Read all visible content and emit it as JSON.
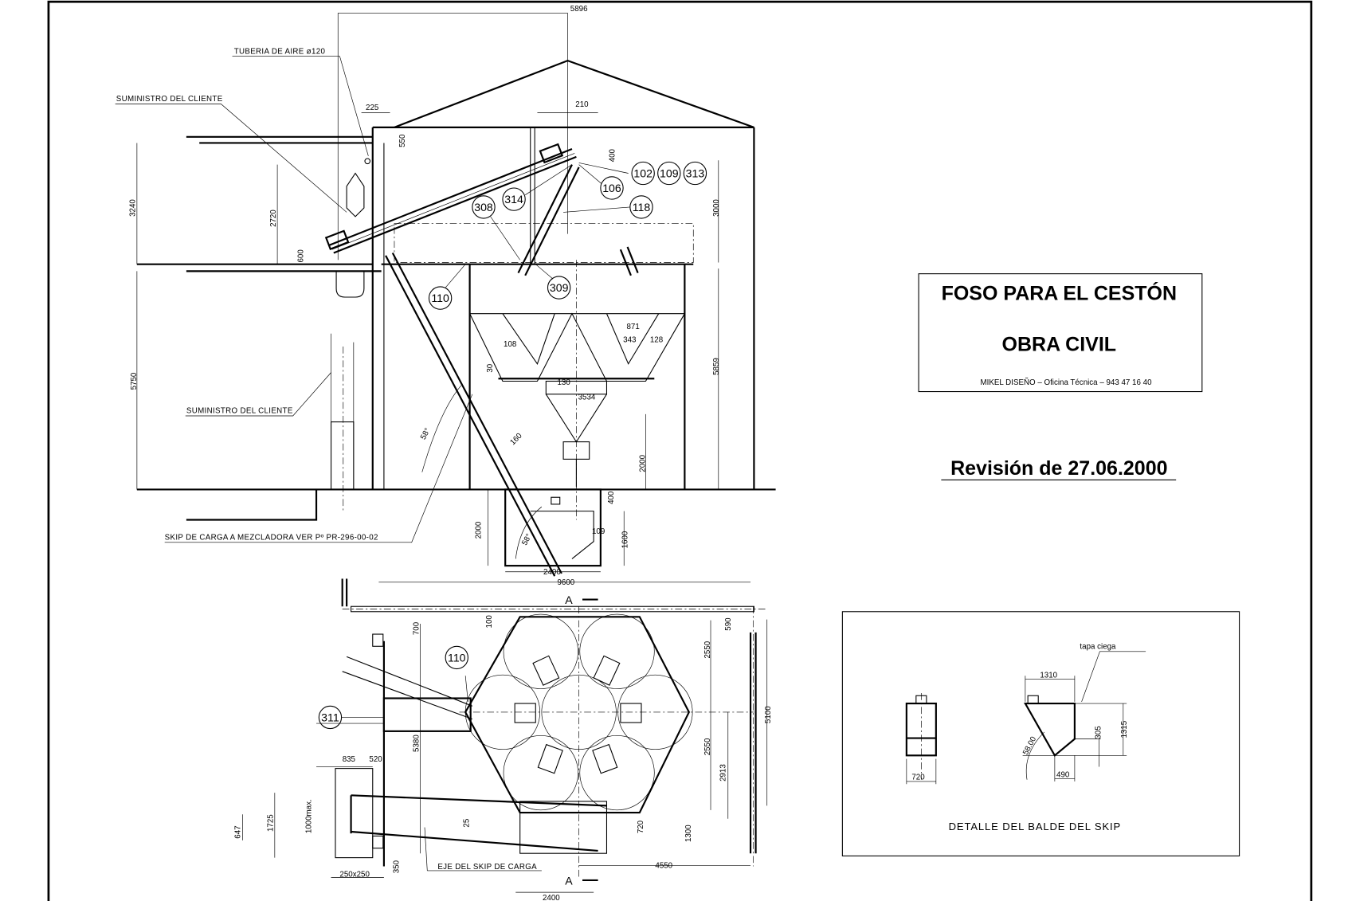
{
  "title_block": {
    "title": "FOSO PARA EL CESTÓN",
    "subtitle": "OBRA CIVIL",
    "office": "MIKEL DISEÑO  –  Oficina Técnica  –  943 47 16 40"
  },
  "revision": "Revisión de 27.06.2000",
  "elevation": {
    "labels": [
      "TUBERIA DE AIRE ø120",
      "SUMINISTRO DEL CLIENTE",
      "SUMINISTRO DEL CLIENTE",
      "SKIP DE CARGA A MEZCLADORA VER Pº PR-296-00-02"
    ],
    "dims": [
      "5896",
      "225",
      "550",
      "210",
      "400",
      "3240",
      "2720",
      "600",
      "3000",
      "5750",
      "5859",
      "871",
      "343",
      "128",
      "108",
      "30",
      "130",
      "3534",
      "2000",
      "58°",
      "160",
      "400",
      "2000",
      "109",
      "1600",
      "58°",
      "2400",
      "9600"
    ],
    "balloons": [
      "102",
      "109",
      "313",
      "106",
      "314",
      "308",
      "118",
      "110",
      "309"
    ]
  },
  "plan": {
    "section_marks": [
      "A",
      "A"
    ],
    "dims": [
      "100",
      "700",
      "590",
      "2550",
      "2550",
      "5100",
      "2913",
      "5380",
      "835",
      "520",
      "1725",
      "647",
      "1000max.",
      "25",
      "720",
      "1300",
      "350",
      "250x250",
      "4550",
      "2400"
    ],
    "balloons": [
      "110",
      "311"
    ],
    "label": "EJE DEL SKIP DE CARGA"
  },
  "detail": {
    "title": "DETALLE DEL BALDE DEL SKIP",
    "note": "tapa ciega",
    "dims": [
      "1310",
      "1315",
      "305",
      "490",
      "720",
      "58.00"
    ]
  }
}
